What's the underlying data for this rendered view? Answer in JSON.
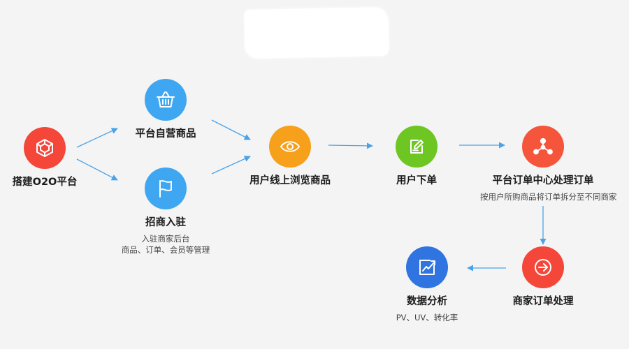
{
  "nodes": {
    "build_platform": {
      "label": "搭建O2O平台",
      "icon": "cube-icon",
      "color": "#f4473a"
    },
    "self_goods": {
      "label": "平台自营商品",
      "icon": "basket-icon",
      "color": "#3fa6f2"
    },
    "merchant_join": {
      "label": "招商入驻",
      "icon": "flag-icon",
      "color": "#3fa6f2",
      "sub_lines": [
        "入驻商家后台",
        "商品、订单、会员等管理"
      ]
    },
    "browse": {
      "label": "用户线上浏览商品",
      "icon": "eye-icon",
      "color": "#f6a01b"
    },
    "place_order": {
      "label": "用户下单",
      "icon": "edit-icon",
      "color": "#6ec623"
    },
    "order_center": {
      "label": "平台订单中心处理订单",
      "icon": "share-icon",
      "color": "#f4553b",
      "sub_lines": [
        "按用户所购商品将订单拆分至不同商家"
      ]
    },
    "merchant_process": {
      "label": "商家订单处理",
      "icon": "arrow-right-circle-icon",
      "color": "#f4473a"
    },
    "analytics": {
      "label": "数据分析",
      "icon": "trend-chart-icon",
      "color": "#2f74e0",
      "sub_lines": [
        "PV、UV、转化率"
      ]
    }
  },
  "colors": {
    "arrow": "#4aa3e8"
  }
}
